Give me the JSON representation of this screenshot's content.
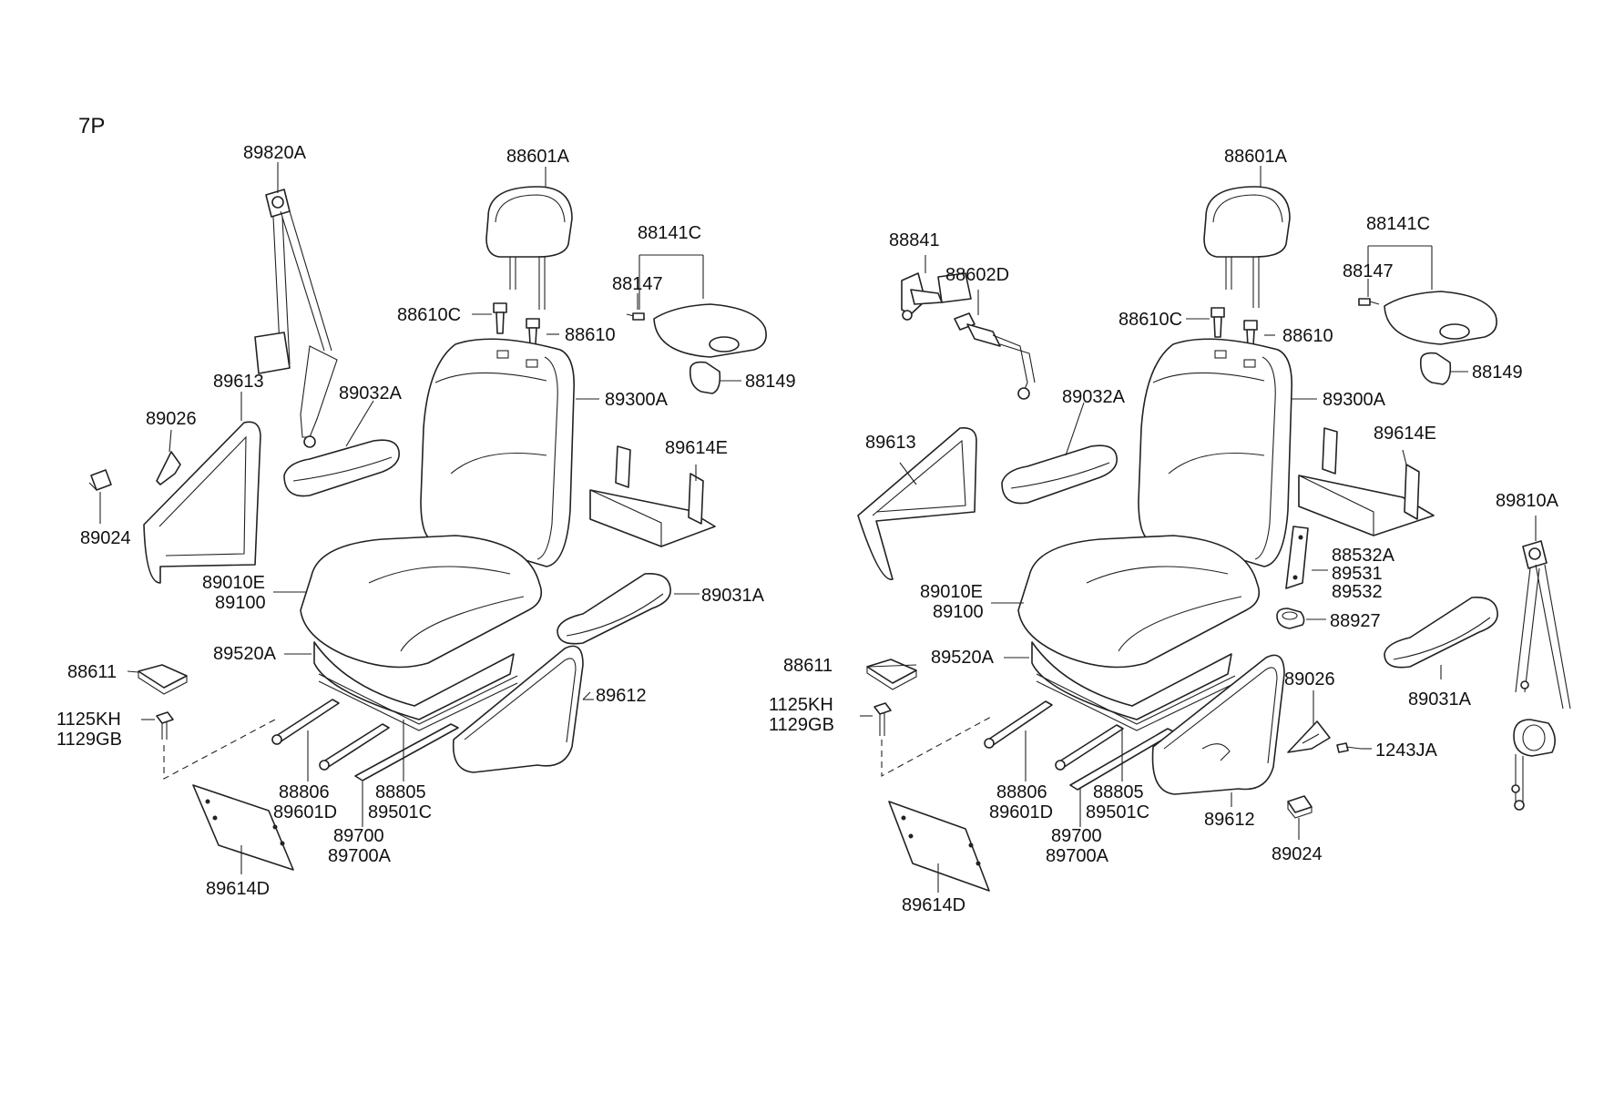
{
  "diagram": {
    "code": "7P",
    "left": {
      "headrest": "88601A",
      "headrest_guide_c": "88610C",
      "headrest_guide": "88610",
      "seatback": "89300A",
      "table_assy": "88141C",
      "table_pin": "88147",
      "cup_holder": "88149",
      "seat_belt": "89820A",
      "inner_cover": "89613",
      "bracket_a": "89026",
      "bracket_b": "89024",
      "armrest_rear": "89032A",
      "tray": "89614E",
      "cushion_a": "89010E",
      "cushion_b": "89100",
      "armrest_front": "89031A",
      "frame": "89520A",
      "side_cover": "89612",
      "pad": "88611",
      "bolt_a": "1125KH",
      "bolt_b": "1129GB",
      "rail_a": "88806",
      "rail_b": "89601D",
      "rail_c": "88805",
      "rail_d": "89501C",
      "track_a": "89700",
      "track_b": "89700A",
      "board": "89614D"
    },
    "right": {
      "headrest": "88601A",
      "headrest_guide_c": "88610C",
      "headrest_guide": "88610",
      "seatback": "89300A",
      "table_assy": "88141C",
      "table_pin": "88147",
      "cup_holder": "88149",
      "buckle": "88841",
      "lap_belt": "88602D",
      "inner_cover": "89613",
      "armrest_rear": "89032A",
      "tray": "89614E",
      "seat_belt": "89810A",
      "bracket_1": "88532A",
      "bracket_2": "89531",
      "bracket_3": "89532",
      "bushing": "88927",
      "cushion_a": "89010E",
      "cushion_b": "89100",
      "frame": "89520A",
      "pad": "88611",
      "bolt_a": "1125KH",
      "bolt_b": "1129GB",
      "side_cover_bracket": "89026",
      "screw": "1243JA",
      "armrest_front": "89031A",
      "rail_a": "88806",
      "rail_b": "89601D",
      "rail_c": "88805",
      "rail_d": "89501C",
      "track_a": "89700",
      "track_b": "89700A",
      "side_cover": "89612",
      "clip": "89024",
      "board": "89614D"
    }
  }
}
